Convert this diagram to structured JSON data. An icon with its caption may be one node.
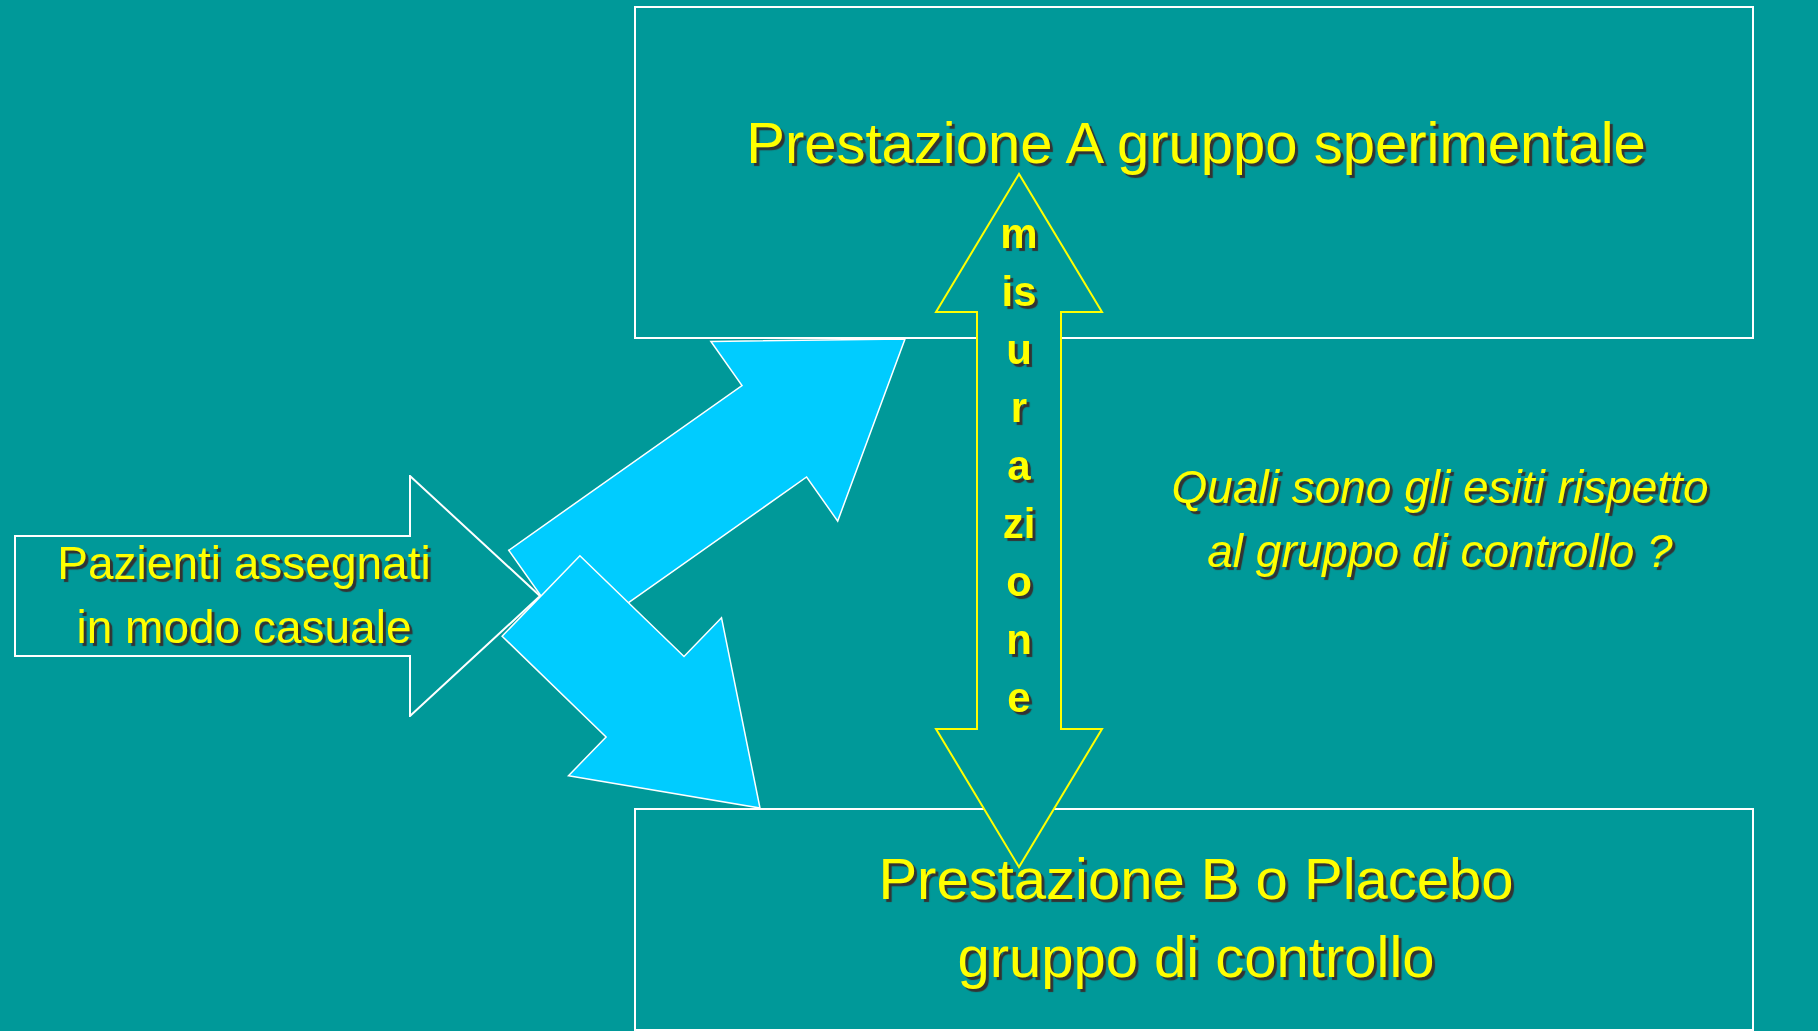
{
  "diagram": {
    "nodes": [
      {
        "text": [
          "Prestazione A gruppo sperimentale"
        ]
      },
      {
        "text": [
          "Prestazione B o Placebo gruppo di controllo"
        ]
      },
      {
        "text": [
          "Pazienti assegnati in modo casuale"
        ]
      }
    ],
    "edges": [
      {
        "from": 2,
        "to": 0,
        "arrow": "to",
        "style": "thick",
        "color": "#00ccff"
      },
      {
        "from": 2,
        "to": 1,
        "arrow": "to",
        "style": "thick",
        "color": "#00ccff"
      },
      {
        "from": 0,
        "to": 1,
        "arrow": "both",
        "label": "misurazione",
        "color": "#ffff00"
      }
    ],
    "labels": [
      "Quali sono gli esiti rispetto al gruppo di controllo ?"
    ]
  }
}
